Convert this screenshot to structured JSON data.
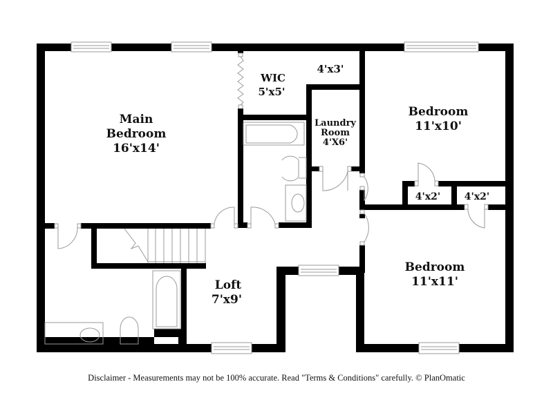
{
  "plan": {
    "rooms": [
      {
        "id": "main-bedroom",
        "name_lines": [
          "Main",
          "Bedroom"
        ],
        "size": "16'x14'"
      },
      {
        "id": "wic",
        "name_lines": [
          "WIC"
        ],
        "size": "5'x5'"
      },
      {
        "id": "closet-hall",
        "name_lines": [],
        "size": "4'x3'"
      },
      {
        "id": "laundry",
        "name_lines": [
          "Laundry",
          "Room"
        ],
        "size": "4'X6'"
      },
      {
        "id": "bedroom-2",
        "name_lines": [
          "Bedroom"
        ],
        "size": "11'x10'"
      },
      {
        "id": "closet-a",
        "name_lines": [],
        "size": "4'x2'"
      },
      {
        "id": "closet-b",
        "name_lines": [],
        "size": "4'x2'"
      },
      {
        "id": "bedroom-3",
        "name_lines": [
          "Bedroom"
        ],
        "size": "11'x11'"
      },
      {
        "id": "loft",
        "name_lines": [
          "Loft"
        ],
        "size": "7'x9'"
      }
    ]
  },
  "footer": {
    "disclaimer": "Disclaimer - Measurements may not be 100% accurate. Read \"Terms & Conditions\" carefully. © PlanOmatic"
  }
}
